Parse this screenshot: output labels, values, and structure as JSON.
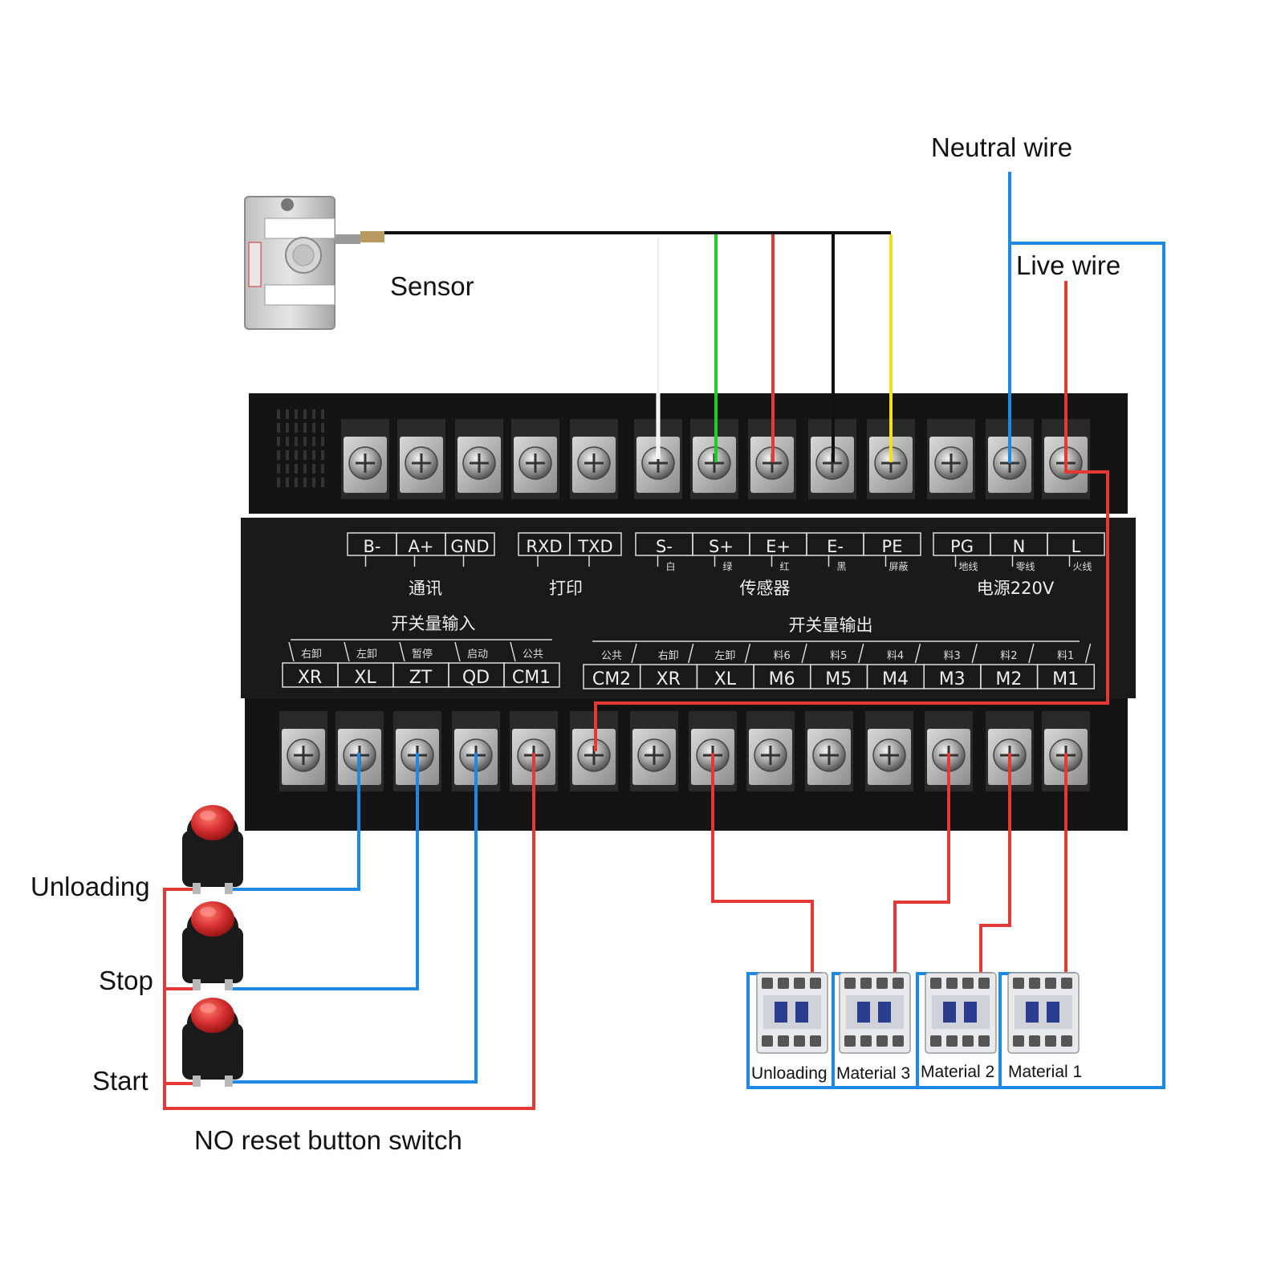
{
  "callouts": {
    "neutral_wire": "Neutral wire",
    "live_wire": "Live wire",
    "sensor": "Sensor",
    "unloading": "Unloading",
    "stop": "Stop",
    "start": "Start",
    "no_reset": "NO reset button switch"
  },
  "contactors": [
    "Unloading",
    "Material 3",
    "Material 2",
    "Material 1"
  ],
  "panel": {
    "top_groups": [
      {
        "title": "通讯",
        "labels": [
          "B-",
          "A+",
          "GND"
        ],
        "sublabels": [
          "",
          "",
          ""
        ]
      },
      {
        "title": "打印",
        "labels": [
          "RXD",
          "TXD"
        ],
        "sublabels": [
          "",
          ""
        ]
      },
      {
        "title": "传感器",
        "labels": [
          "S-",
          "S+",
          "E+",
          "E-",
          "PE"
        ],
        "sublabels": [
          "白",
          "绿",
          "红",
          "黑",
          "屏蔽"
        ]
      },
      {
        "title": "电源220V",
        "labels": [
          "PG",
          "N",
          "L"
        ],
        "sublabels": [
          "地线",
          "零线",
          "火线"
        ]
      }
    ],
    "input_group": {
      "title": "开关量输入",
      "labels": [
        "XR",
        "XL",
        "ZT",
        "QD",
        "CM1"
      ],
      "sublabels": [
        "右卸",
        "左卸",
        "暂停",
        "启动",
        "公共"
      ]
    },
    "output_group": {
      "title": "开关量输出",
      "labels": [
        "CM2",
        "XR",
        "XL",
        "M6",
        "M5",
        "M4",
        "M3",
        "M2",
        "M1"
      ],
      "sublabels": [
        "公共",
        "右卸",
        "左卸",
        "料6",
        "料5",
        "料4",
        "料3",
        "料2",
        "料1"
      ]
    }
  },
  "colors": {
    "neutral_wire": "#1e88e5",
    "live_wire": "#e53935",
    "sensor_white": "#f5f5f5",
    "sensor_green": "#22cc22",
    "sensor_red": "#e53935",
    "sensor_black": "#111111",
    "sensor_yellow": "#f2e020",
    "panel_body": "#151515",
    "button_red": "#c62828"
  }
}
